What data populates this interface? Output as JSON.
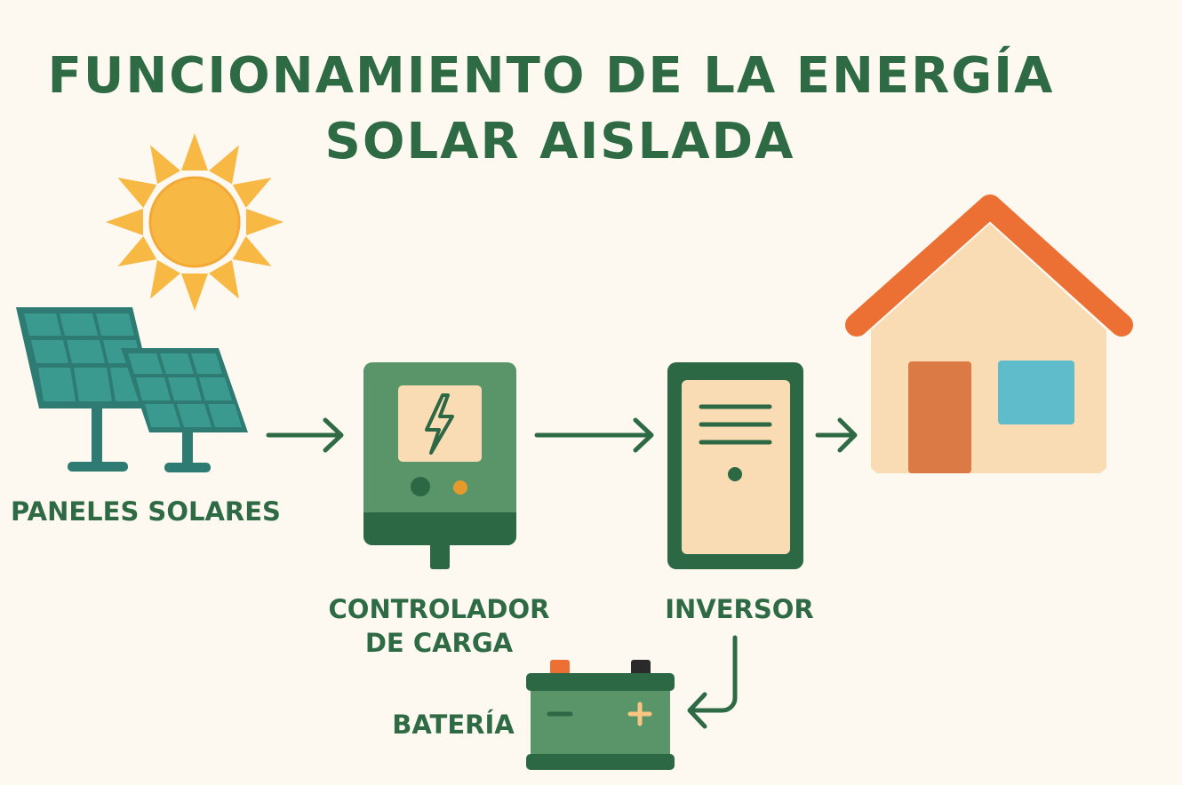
{
  "title": {
    "line1": "FUNCIONAMIENTO DE LA ENERGÍA",
    "line2": "SOLAR AISLADA"
  },
  "components": {
    "panels": "PANELES SOLARES",
    "controller_line1": "CONTROLADOR",
    "controller_line2": "DE CARGA",
    "inverter": "INVERSOR",
    "battery": "BATERÍA"
  },
  "colors": {
    "background": "#fdf9f1",
    "text_green": "#2e6b45",
    "panel_teal": "#2e7b73",
    "sun": "#f8b844",
    "roof": "#ec7034",
    "device_green": "#5a956a",
    "cream": "#fadcb4"
  }
}
